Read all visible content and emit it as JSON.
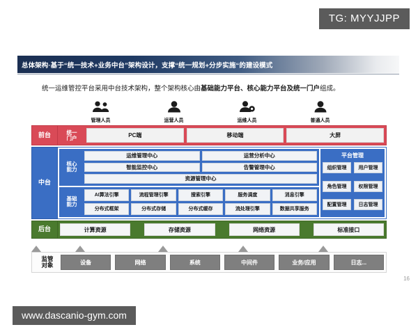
{
  "overlay": {
    "tg_tag": "TG: MYYJJPP",
    "watermark": "www.dascanio-gym.com"
  },
  "slide": {
    "page_number": "16",
    "title": "总体架构·基于“统一技术+业务中台”架构设计，支撑“统一规划+分步实施“的建设模式",
    "subtitle_prefix": "统一运维管控平台采用中台技术架构，整个架构核心由",
    "subtitle_bold": "基础能力平台、核心能力平台及统一门户",
    "subtitle_suffix": "组成。"
  },
  "roles": [
    {
      "label": "管理人员",
      "icon": "users-group-icon",
      "glyph": "👥"
    },
    {
      "label": "运营人员",
      "icon": "user-tie-icon",
      "glyph": "👤"
    },
    {
      "label": "运维人员",
      "icon": "user-gear-icon",
      "glyph": "👤"
    },
    {
      "label": "普通人员",
      "icon": "user-icon",
      "glyph": "👤"
    }
  ],
  "architecture": {
    "front": {
      "band_label": "前台",
      "portal_label": "统一\n门户",
      "items": [
        "PC端",
        "移动端",
        "大屏"
      ]
    },
    "middle": {
      "band_label": "中台",
      "core": {
        "tag": "核心\n能力",
        "rows": [
          [
            "运维管理中心",
            "运营分析中心"
          ],
          [
            "智能监控中心",
            "告警管理中心"
          ],
          [
            "资源管理中心"
          ]
        ]
      },
      "base": {
        "tag": "基础\n能力",
        "cells": [
          "AI算法引擎",
          "流程管理引擎",
          "搜索引擎",
          "服务调度",
          "消息引擎",
          "分布式框架",
          "分布式存储",
          "分布式缓存",
          "流处理引擎",
          "数据共享服务"
        ]
      },
      "platform_mgmt": {
        "title": "平台管理",
        "cells": [
          "组织管理",
          "用户管理",
          "角色管理",
          "权限管理",
          "配置管理",
          "日志管理"
        ]
      }
    },
    "back": {
      "band_label": "后台",
      "items": [
        "计算资源",
        "存储资源",
        "网络资源",
        "标准接口"
      ]
    },
    "objects": {
      "label": "监管\n对象",
      "items": [
        "设备",
        "网络",
        "系统",
        "中间件",
        "业务/应用",
        "日志..."
      ]
    }
  },
  "colors": {
    "front_red": "#d94a57",
    "middle_blue": "#3a6ec4",
    "back_green": "#4a7a2e",
    "object_gray": "#7f7f7f",
    "banner_navy": "#1b2f52",
    "overlay_gray": "#5b5b5b"
  }
}
